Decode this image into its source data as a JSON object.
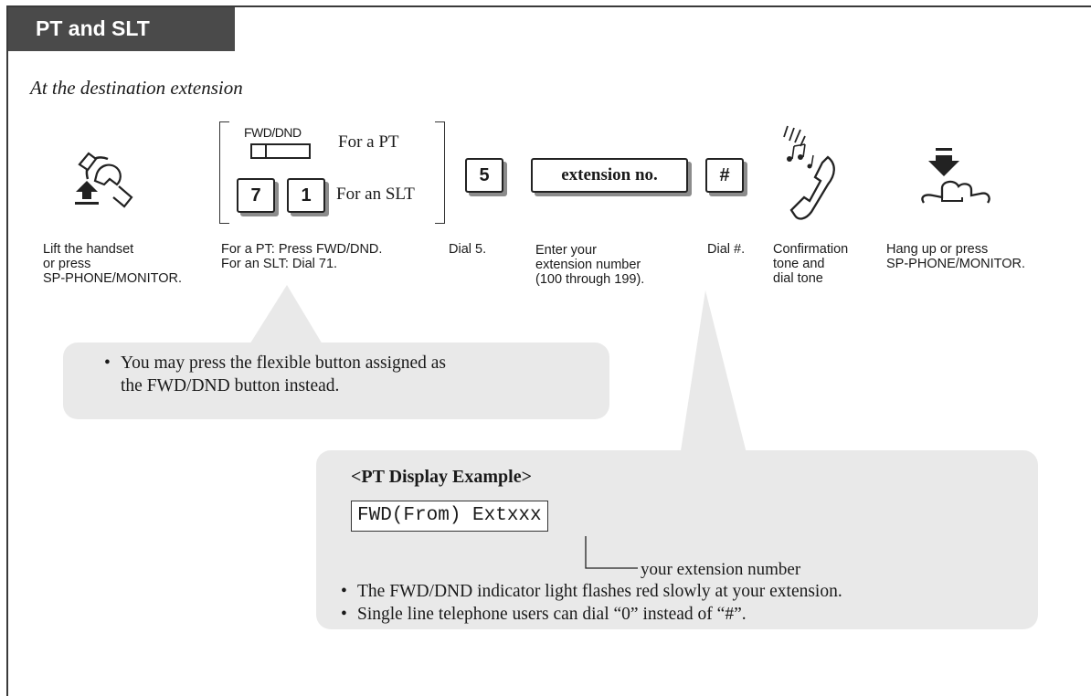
{
  "header": {
    "tab_title": "PT and SLT"
  },
  "subtitle": "At the destination extension",
  "keys": {
    "fwd_dnd_label": "FWD/DND",
    "for_pt": "For a PT",
    "for_slt": "For an SLT",
    "k7": "7",
    "k1": "1",
    "k5": "5",
    "extension": "extension no.",
    "hash": "#"
  },
  "steps": [
    {
      "caption": "Lift the handset\nor press\nSP-PHONE/MONITOR."
    },
    {
      "caption": "For a PT: Press FWD/DND.\nFor an SLT: Dial 71."
    },
    {
      "caption": "Dial 5."
    },
    {
      "caption": "Enter your\nextension number\n(100 through 199)."
    },
    {
      "caption": "Dial #."
    },
    {
      "caption": "Confirmation\ntone and\ndial tone"
    },
    {
      "caption": "Hang up or press\nSP-PHONE/MONITOR."
    }
  ],
  "note1": {
    "line1": "You may press the flexible button assigned as",
    "line2": "the FWD/DND button instead."
  },
  "note2": {
    "heading": "<PT Display Example>",
    "display": "FWD(From) Extxxx",
    "callout": "your extension number",
    "bullet1": "The FWD/DND indicator light flashes red slowly at your extension.",
    "bullet2": "Single line telephone users can dial “0” instead of “#”."
  },
  "icons": [
    "lift-handset-icon",
    "confirmation-tone-icon",
    "hang-up-icon"
  ]
}
